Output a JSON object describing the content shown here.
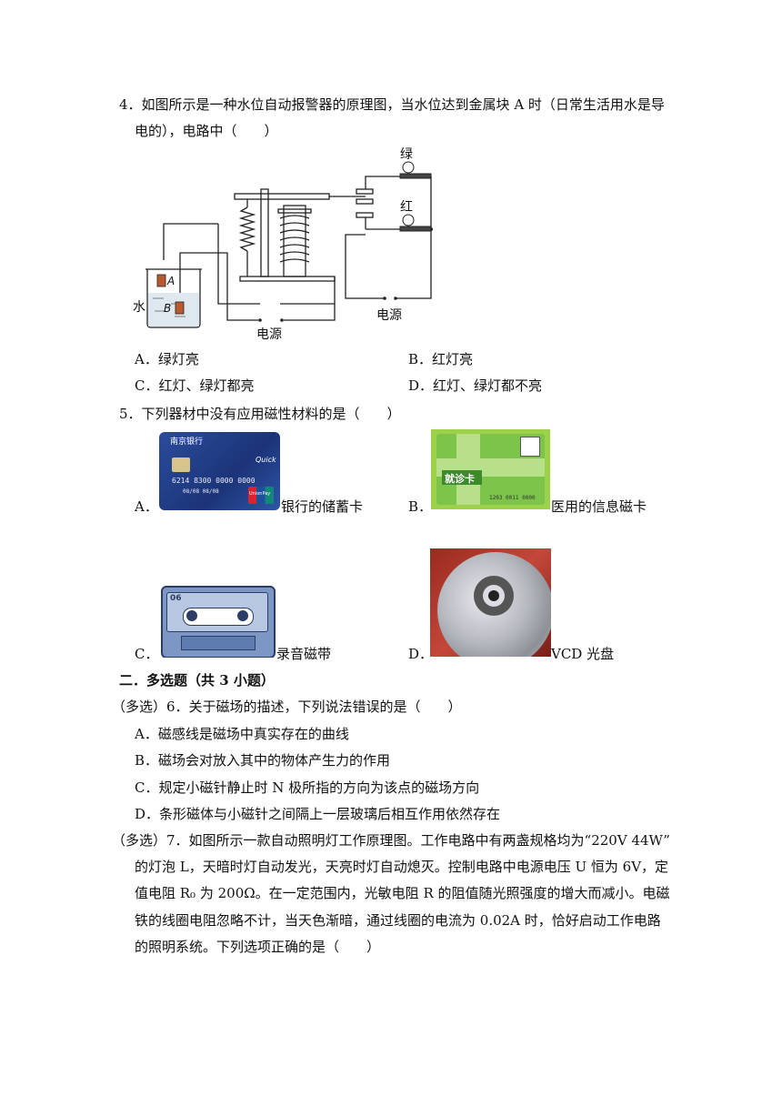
{
  "q4": {
    "line1": "4．如图所示是一种水位自动报警器的原理图，当水位达到金属块 A 时（日常生活用水是导",
    "line2": "电的），电路中（　　）",
    "diagram": {
      "green_label": "绿",
      "red_label": "红",
      "water_label": "水",
      "a_label": "A",
      "b_label": "B",
      "power_label_left": "电源",
      "power_label_right": "电源"
    },
    "options": {
      "A": "A．绿灯亮",
      "B": "B．红灯亮",
      "C": "C．红灯、绿灯都亮",
      "D": "D．红灯、绿灯都不亮"
    }
  },
  "q5": {
    "stem": "5．下列器材中没有应用磁性材料的是（　　）",
    "A_prefix": "A．",
    "A_caption": "银行的储蓄卡",
    "B_prefix": "B．",
    "B_caption": "医用的信息磁卡",
    "C_prefix": "C．",
    "C_caption": "录音磁带",
    "D_prefix": "D．",
    "D_caption": "VCD 光盘",
    "card_bank_name": "南京银行",
    "card_number": "6214 8300 0000 0000",
    "card_date": "08/08 08/08",
    "card_quick": "Quick",
    "card_unionpay": "UnionPay",
    "med_card_title": "就诊卡",
    "med_card_number": "1203 0011 0000",
    "tape_label": "06"
  },
  "section2": {
    "title": "二．多选题（共 3 小题）"
  },
  "q6": {
    "stem": "（多选）6．关于磁场的描述，下列说法错误的是（　　）",
    "A": "A．磁感线是磁场中真实存在的曲线",
    "B": "B．磁场会对放入其中的物体产生力的作用",
    "C": "C．规定小磁针静止时 N 极所指的方向为该点的磁场方向",
    "D": "D．条形磁体与小磁针之间隔上一层玻璃后相互作用依然存在"
  },
  "q7": {
    "line1": "（多选）7．如图所示一款自动照明灯工作原理图。工作电路中有两盏规格均为“220V 44W”",
    "line2": "的灯泡 L，天暗时灯自动发光，天亮时灯自动熄灭。控制电路中电源电压 U 恒为 6V，定",
    "line3": "值电阻 R₀ 为 200Ω。在一定范围内，光敏电阻 R 的阻值随光照强度的增大而减小。电磁",
    "line4": "铁的线圈电阻忽略不计，当天色渐暗，通过线圈的电流为 0.02A 时，恰好启动工作电路",
    "line5": "的照明系统。下列选项正确的是（　　）"
  }
}
